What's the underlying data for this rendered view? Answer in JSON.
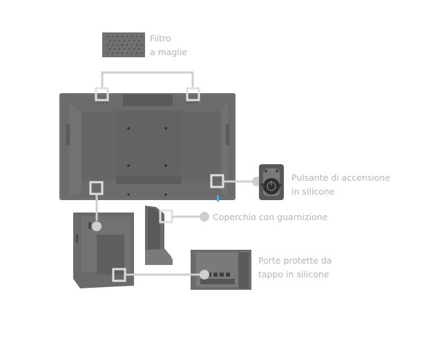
{
  "callouts": {
    "mesh_filter": {
      "label": "Filtro\na maglie"
    },
    "power_button": {
      "label": "Pulsante di accensione\nin silicone"
    },
    "gasket_cover": {
      "label": "Coperchio con guarnizione"
    },
    "protected_ports": {
      "label": "Porte protette da\ntappo in silicone"
    }
  },
  "colors": {
    "device_body": "#6b6b6b",
    "device_dark": "#555555",
    "callout_line": "#cfcfcf",
    "callout_text": "#b4b4b4",
    "accent_led": "#3ab6e6"
  }
}
